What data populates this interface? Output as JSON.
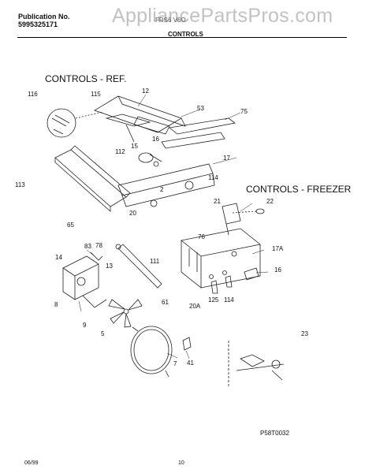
{
  "header": {
    "publication_label": "Publication No.",
    "publication_number": "5995325171",
    "model": "FRS6 V6O",
    "section_title": "CONTROLS"
  },
  "watermark": "AppliancePartsPros.com",
  "sections": {
    "ref_title": "CONTROLS - REF.",
    "freezer_title": "CONTROLS - FREEZER"
  },
  "part_labels": {
    "p116": "116",
    "p115": "115",
    "p12": "12",
    "p53": "53",
    "p75": "75",
    "p16a": "16",
    "p15": "15",
    "p112": "112",
    "p17": "17",
    "p114a": "114",
    "p113": "113",
    "p2": "2",
    "p20": "20",
    "p21": "21",
    "p22": "22",
    "p65": "65",
    "p83": "83",
    "p78": "78",
    "p76": "76",
    "p14": "14",
    "p111": "111",
    "p17a": "17A",
    "p13": "13",
    "p16b": "16",
    "p125": "125",
    "p114b": "114",
    "p20a": "20A",
    "p8": "8",
    "p61": "61",
    "p9": "9",
    "p5": "5",
    "p23": "23",
    "p7": "7",
    "p41": "41"
  },
  "diagram_code": "P58T0032",
  "footer": {
    "date": "06/99",
    "page": "10"
  }
}
